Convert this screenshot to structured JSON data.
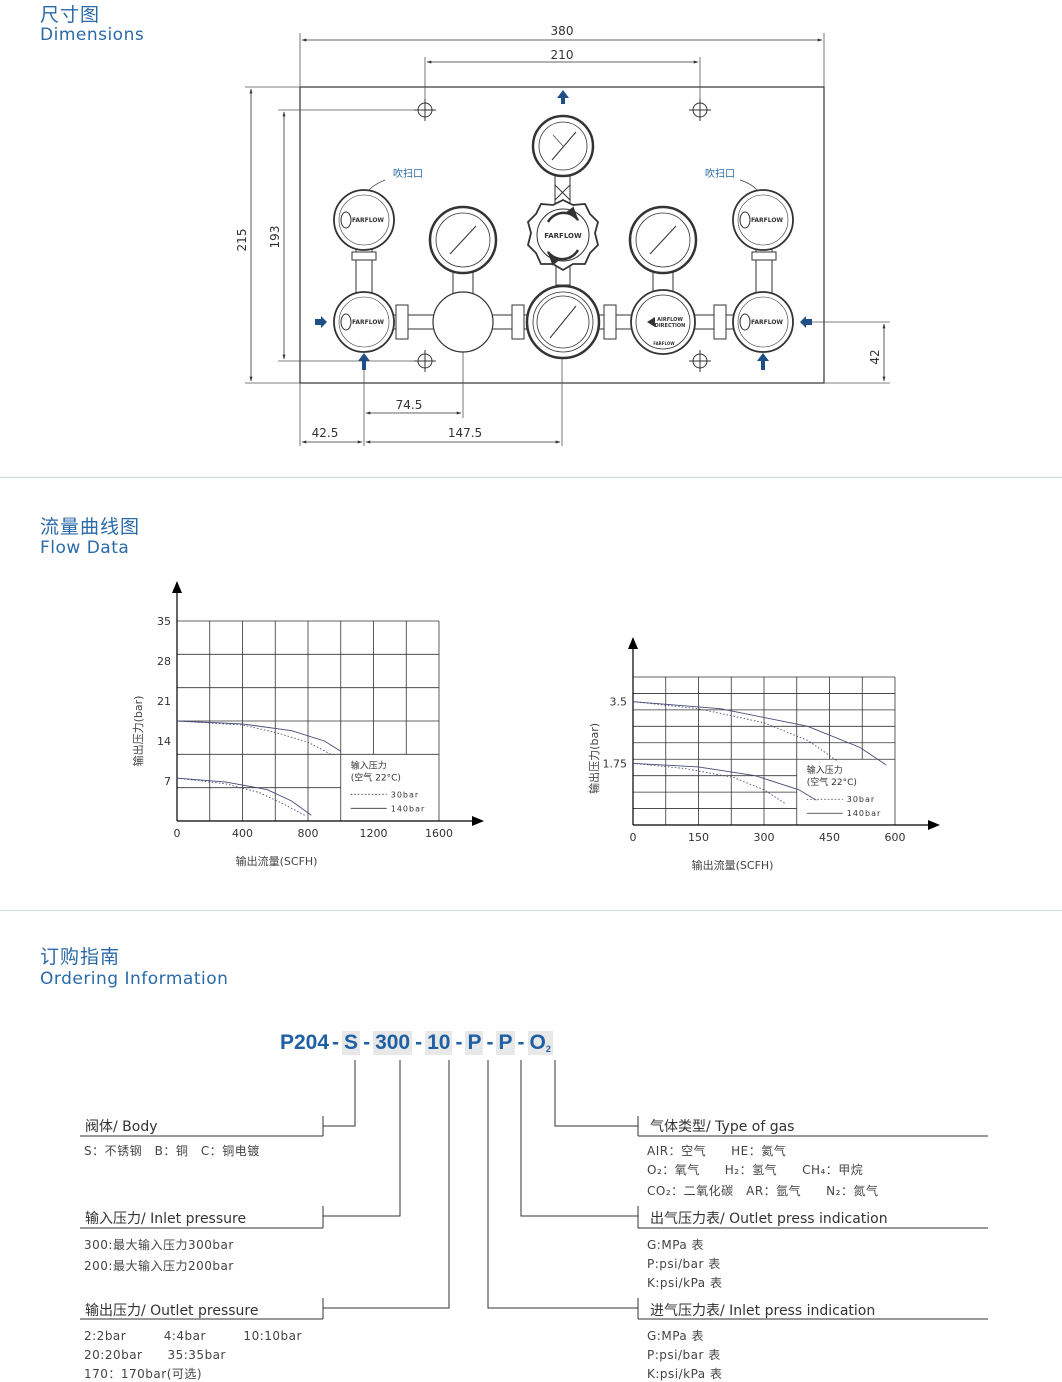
{
  "dimensions": {
    "title_cn": "尺寸图",
    "title_en": "Dimensions",
    "labels": {
      "w380": "380",
      "w210": "210",
      "h215": "215",
      "h193": "193",
      "h42": "42",
      "d745": "74.5",
      "d425": "42.5",
      "d1475": "147.5"
    },
    "purge_label": "吹扫口",
    "brand": "FARFLOW",
    "airflow": "AIRFLOW",
    "direction": "DIRECTION"
  },
  "flow": {
    "title_cn": "流量曲线图",
    "title_en": "Flow Data"
  },
  "chart_data": [
    {
      "type": "line",
      "ylabel": "输出压力(bar)",
      "xlabel": "输出流量(SCFH)",
      "x_ticks": [
        "0",
        "400",
        "800",
        "1200",
        "1600"
      ],
      "y_ticks": [
        "7",
        "14",
        "21",
        "28",
        "35"
      ],
      "xlim": [
        0,
        1600
      ],
      "ylim": [
        0,
        35
      ],
      "legend_title": "输入压力",
      "legend_subtitle": "(空气 22°C)",
      "series": [
        {
          "name": "30bar",
          "style": "dotted",
          "curves": [
            {
              "x": [
                0,
                400,
                600,
                800,
                950
              ],
              "y": [
                17.5,
                16.8,
                15.5,
                13.8,
                11.5
              ]
            },
            {
              "x": [
                0,
                300,
                500,
                650,
                780
              ],
              "y": [
                7.5,
                6.5,
                5.0,
                3.0,
                1.0
              ]
            }
          ]
        },
        {
          "name": "140bar",
          "style": "solid",
          "curves": [
            {
              "x": [
                0,
                400,
                700,
                900,
                1000
              ],
              "y": [
                17.5,
                17.0,
                15.8,
                14.0,
                12.2
              ]
            },
            {
              "x": [
                0,
                300,
                550,
                700,
                820
              ],
              "y": [
                7.5,
                6.8,
                5.5,
                3.5,
                1.0
              ]
            }
          ]
        }
      ]
    },
    {
      "type": "line",
      "ylabel": "输出压力(bar)",
      "xlabel": "输出流量(SCFH)",
      "x_ticks": [
        "0",
        "150",
        "300",
        "450",
        "600"
      ],
      "y_ticks": [
        "1.75",
        "3.5"
      ],
      "xlim": [
        0,
        600
      ],
      "ylim": [
        0,
        4.2
      ],
      "legend_title": "输入压力",
      "legend_subtitle": "(空气 22°C)",
      "series": [
        {
          "name": "30bar",
          "style": "dotted",
          "curves": [
            {
              "x": [
                0,
                150,
                300,
                400,
                470
              ],
              "y": [
                3.5,
                3.3,
                2.9,
                2.4,
                1.8
              ]
            },
            {
              "x": [
                0,
                120,
                230,
                300,
                350
              ],
              "y": [
                1.75,
                1.6,
                1.35,
                1.0,
                0.6
              ]
            }
          ]
        },
        {
          "name": "140bar",
          "style": "solid",
          "curves": [
            {
              "x": [
                0,
                200,
                400,
                520,
                580
              ],
              "y": [
                3.5,
                3.3,
                2.8,
                2.2,
                1.7
              ]
            },
            {
              "x": [
                0,
                150,
                280,
                380,
                420
              ],
              "y": [
                1.75,
                1.65,
                1.4,
                1.0,
                0.7
              ]
            }
          ]
        }
      ]
    }
  ],
  "ordering": {
    "title_cn": "订购指南",
    "title_en": "Ordering Information",
    "code": {
      "p1": "P204",
      "p2": "S",
      "p3": "300",
      "p4": "10",
      "p5": "P",
      "p6": "P",
      "p7": "O",
      "p7sub": "2",
      "dash": "-"
    },
    "body": {
      "title": "阀体/ Body",
      "items": [
        "S：不锈钢　B：铜　C：铜电镀"
      ]
    },
    "inlet": {
      "title": "输入压力/ Inlet pressure",
      "items": [
        "300:最大输入压力300bar",
        "200:最大输入压力200bar"
      ]
    },
    "outlet": {
      "title": "输出压力/ Outlet pressure",
      "items": [
        "2:2bar　　　4:4bar　　　10:10bar",
        "20:20bar　　35:35bar",
        "170：170bar(可选)"
      ]
    },
    "gas": {
      "title": "气体类型/ Type of gas",
      "items": [
        "AIR：空气　　HE：氦气",
        "O₂：氧气　　H₂：氢气　　CH₄：甲烷",
        "CO₂：二氧化碳　AR：氩气　　N₂：氮气"
      ]
    },
    "outlet_ind": {
      "title": "出气压力表/ Outlet press indication",
      "items": [
        "G:MPa 表",
        "P:psi/bar 表",
        "K:psi/kPa 表"
      ]
    },
    "inlet_ind": {
      "title": "进气压力表/ Inlet press indication",
      "items": [
        "G:MPa 表",
        "P:psi/bar 表",
        "K:psi/kPa 表"
      ]
    }
  }
}
